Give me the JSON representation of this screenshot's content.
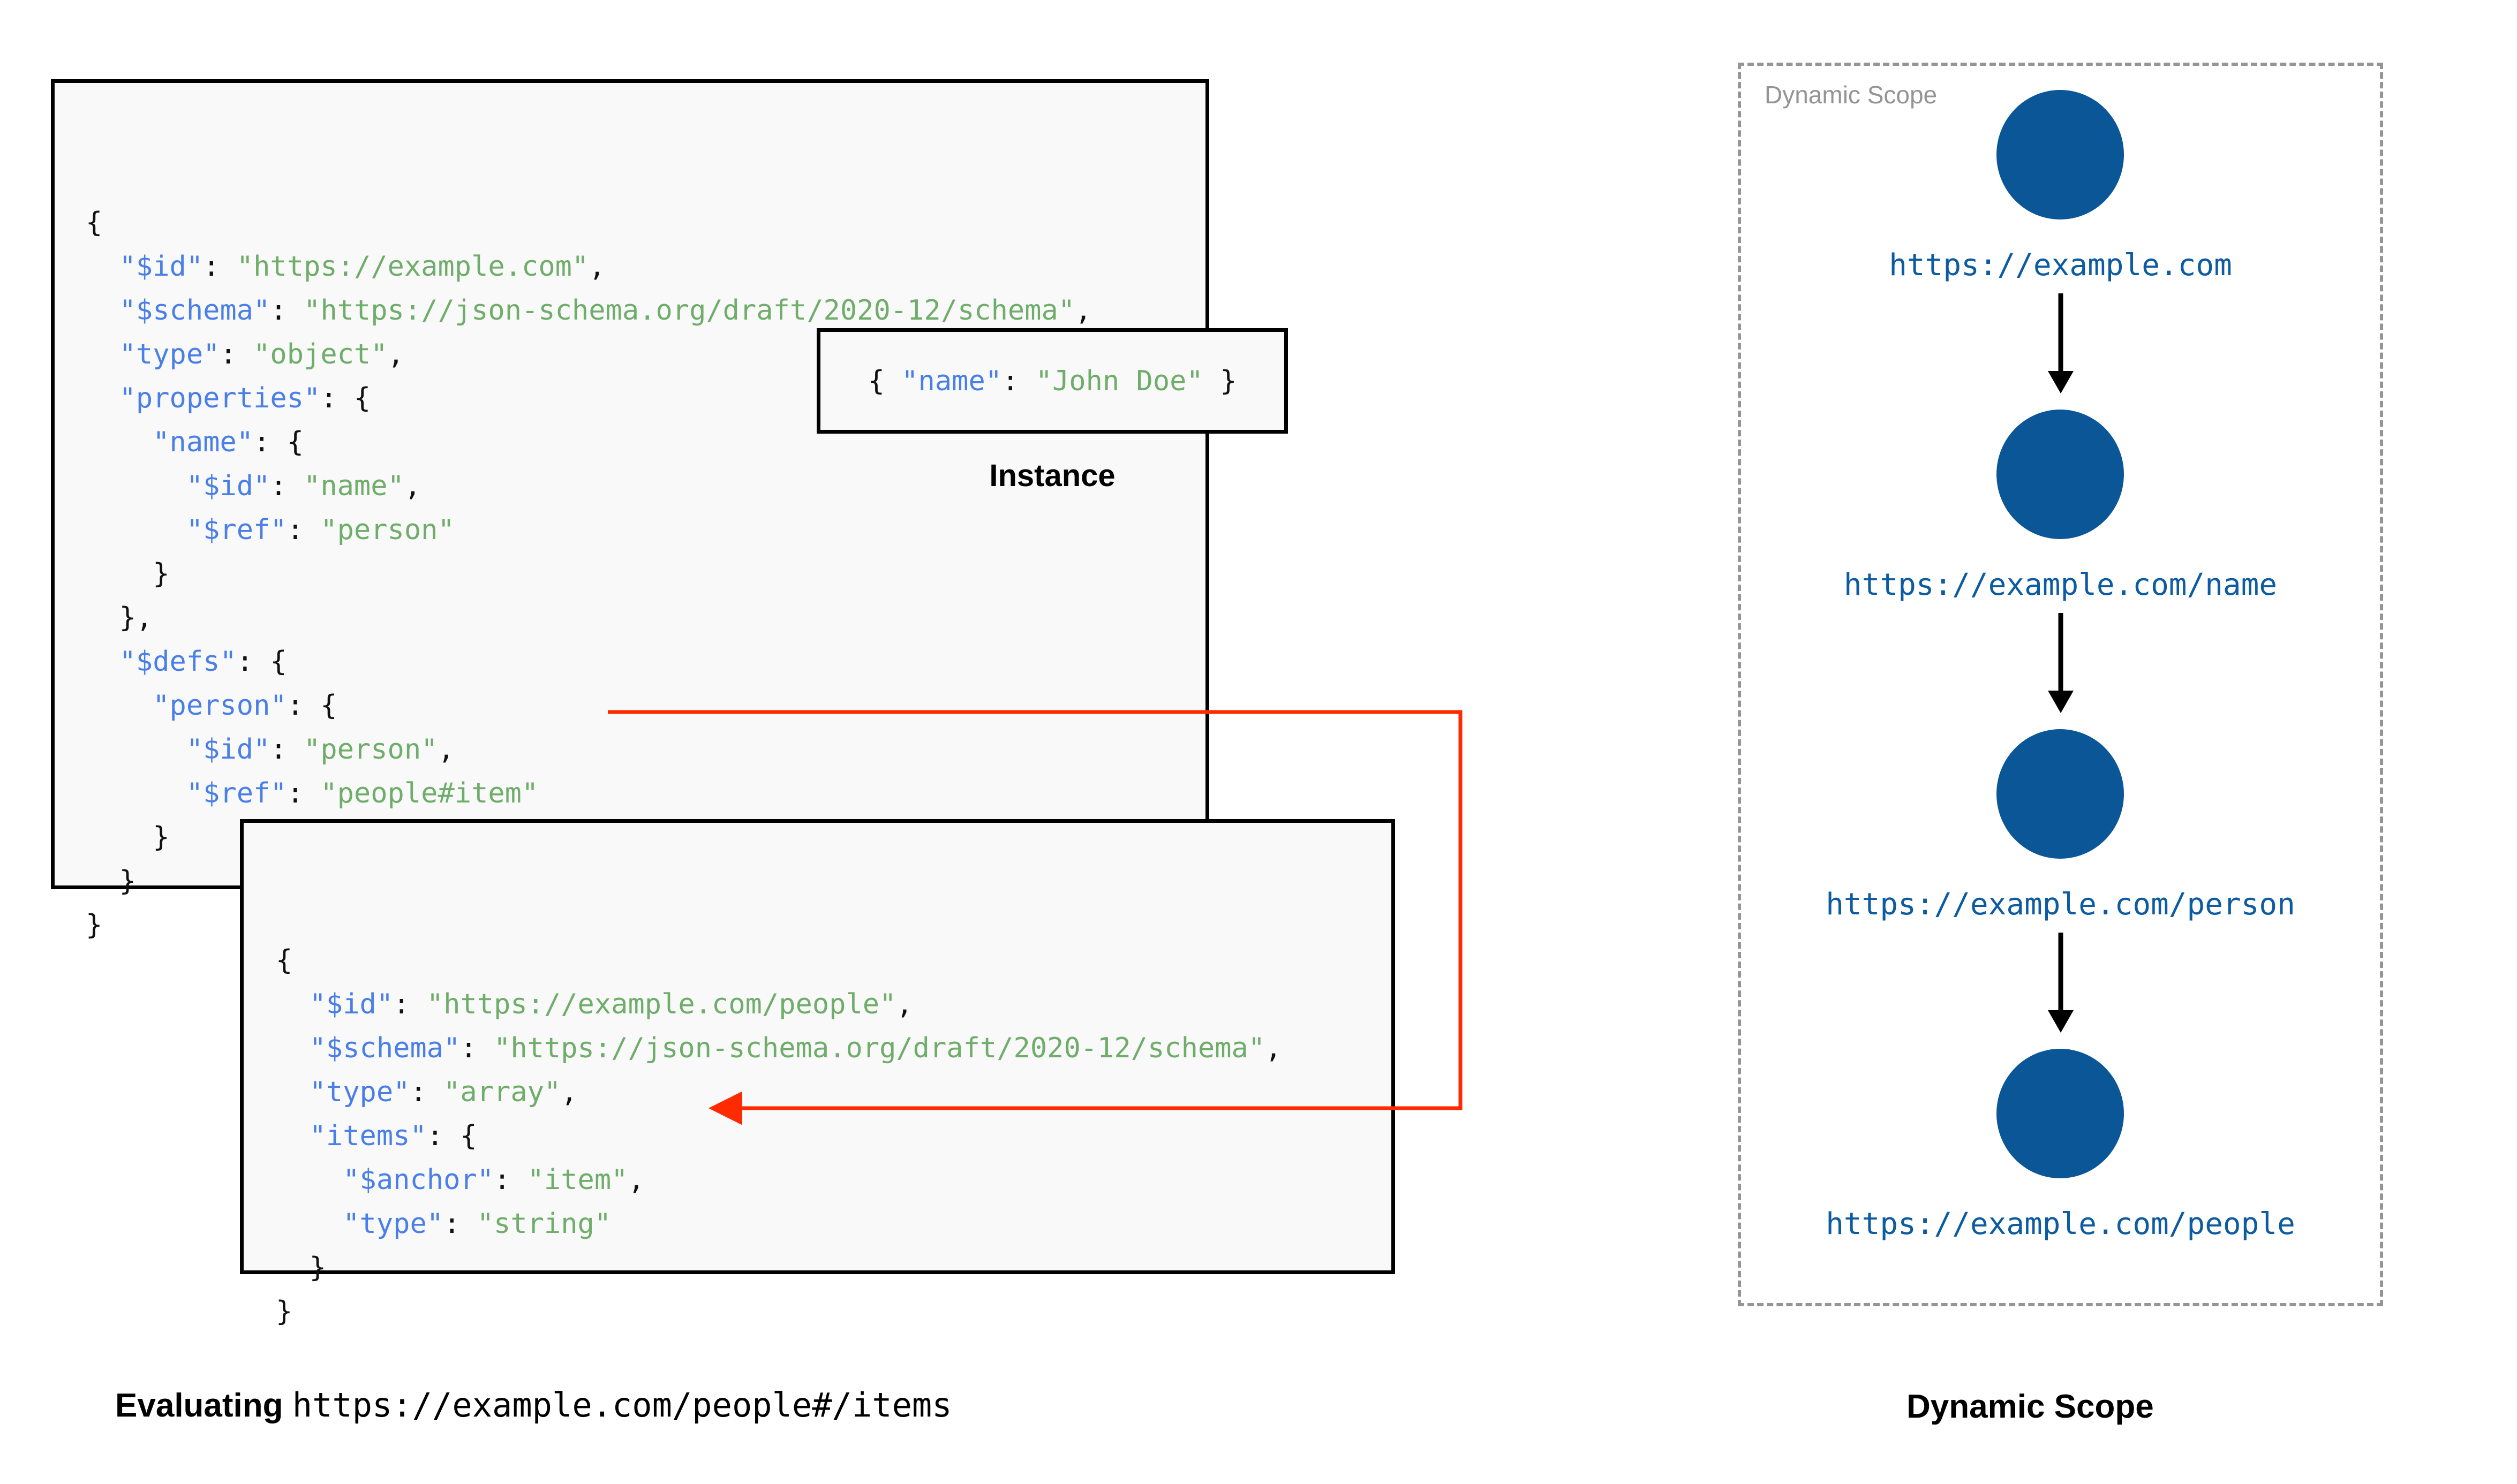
{
  "schema_box": {
    "name": "root-schema",
    "lines": [
      [
        {
          "t": "{",
          "c": "p"
        }
      ],
      [
        {
          "t": "  ",
          "c": "p"
        },
        {
          "t": "\"$id\"",
          "c": "k"
        },
        {
          "t": ": ",
          "c": "p"
        },
        {
          "t": "\"https://example.com\"",
          "c": "s"
        },
        {
          "t": ",",
          "c": "p"
        }
      ],
      [
        {
          "t": "  ",
          "c": "p"
        },
        {
          "t": "\"$schema\"",
          "c": "k"
        },
        {
          "t": ": ",
          "c": "p"
        },
        {
          "t": "\"https://json-schema.org/draft/2020-12/schema\"",
          "c": "s"
        },
        {
          "t": ",",
          "c": "p"
        }
      ],
      [
        {
          "t": "  ",
          "c": "p"
        },
        {
          "t": "\"type\"",
          "c": "k"
        },
        {
          "t": ": ",
          "c": "p"
        },
        {
          "t": "\"object\"",
          "c": "s"
        },
        {
          "t": ",",
          "c": "p"
        }
      ],
      [
        {
          "t": "  ",
          "c": "p"
        },
        {
          "t": "\"properties\"",
          "c": "k"
        },
        {
          "t": ": {",
          "c": "p"
        }
      ],
      [
        {
          "t": "    ",
          "c": "p"
        },
        {
          "t": "\"name\"",
          "c": "k"
        },
        {
          "t": ": {",
          "c": "p"
        }
      ],
      [
        {
          "t": "      ",
          "c": "p"
        },
        {
          "t": "\"$id\"",
          "c": "k"
        },
        {
          "t": ": ",
          "c": "p"
        },
        {
          "t": "\"name\"",
          "c": "s"
        },
        {
          "t": ",",
          "c": "p"
        }
      ],
      [
        {
          "t": "      ",
          "c": "p"
        },
        {
          "t": "\"$ref\"",
          "c": "k"
        },
        {
          "t": ": ",
          "c": "p"
        },
        {
          "t": "\"person\"",
          "c": "s"
        }
      ],
      [
        {
          "t": "    }",
          "c": "p"
        }
      ],
      [
        {
          "t": "  },",
          "c": "p"
        }
      ],
      [
        {
          "t": "  ",
          "c": "p"
        },
        {
          "t": "\"$defs\"",
          "c": "k"
        },
        {
          "t": ": {",
          "c": "p"
        }
      ],
      [
        {
          "t": "    ",
          "c": "p"
        },
        {
          "t": "\"person\"",
          "c": "k"
        },
        {
          "t": ": {",
          "c": "p"
        }
      ],
      [
        {
          "t": "      ",
          "c": "p"
        },
        {
          "t": "\"$id\"",
          "c": "k"
        },
        {
          "t": ": ",
          "c": "p"
        },
        {
          "t": "\"person\"",
          "c": "s"
        },
        {
          "t": ",",
          "c": "p"
        }
      ],
      [
        {
          "t": "      ",
          "c": "p"
        },
        {
          "t": "\"$ref\"",
          "c": "k"
        },
        {
          "t": ": ",
          "c": "p"
        },
        {
          "t": "\"people#item\"",
          "c": "s"
        }
      ],
      [
        {
          "t": "    }",
          "c": "p"
        }
      ],
      [
        {
          "t": "  }",
          "c": "p"
        }
      ],
      [
        {
          "t": "}",
          "c": "p"
        }
      ]
    ]
  },
  "instance_box": {
    "caption": "Instance",
    "lines": [
      [
        {
          "t": "{ ",
          "c": "p"
        },
        {
          "t": "\"name\"",
          "c": "k"
        },
        {
          "t": ": ",
          "c": "p"
        },
        {
          "t": "\"John Doe\"",
          "c": "s"
        },
        {
          "t": " }",
          "c": "p"
        }
      ]
    ]
  },
  "people_box": {
    "name": "people-schema",
    "lines": [
      [
        {
          "t": "{",
          "c": "p"
        }
      ],
      [
        {
          "t": "  ",
          "c": "p"
        },
        {
          "t": "\"$id\"",
          "c": "k"
        },
        {
          "t": ": ",
          "c": "p"
        },
        {
          "t": "\"https://example.com/people\"",
          "c": "s"
        },
        {
          "t": ",",
          "c": "p"
        }
      ],
      [
        {
          "t": "  ",
          "c": "p"
        },
        {
          "t": "\"$schema\"",
          "c": "k"
        },
        {
          "t": ": ",
          "c": "p"
        },
        {
          "t": "\"https://json-schema.org/draft/2020-12/schema\"",
          "c": "s"
        },
        {
          "t": ",",
          "c": "p"
        }
      ],
      [
        {
          "t": "  ",
          "c": "p"
        },
        {
          "t": "\"type\"",
          "c": "k"
        },
        {
          "t": ": ",
          "c": "p"
        },
        {
          "t": "\"array\"",
          "c": "s"
        },
        {
          "t": ",",
          "c": "p"
        }
      ],
      [
        {
          "t": "  ",
          "c": "p"
        },
        {
          "t": "\"items\"",
          "c": "k"
        },
        {
          "t": ": {",
          "c": "p"
        }
      ],
      [
        {
          "t": "    ",
          "c": "p"
        },
        {
          "t": "\"$anchor\"",
          "c": "k"
        },
        {
          "t": ": ",
          "c": "p"
        },
        {
          "t": "\"item\"",
          "c": "s"
        },
        {
          "t": ",",
          "c": "p"
        }
      ],
      [
        {
          "t": "    ",
          "c": "p"
        },
        {
          "t": "\"type\"",
          "c": "k"
        },
        {
          "t": ": ",
          "c": "p"
        },
        {
          "t": "\"string\"",
          "c": "s"
        }
      ],
      [
        {
          "t": "  }",
          "c": "p"
        }
      ],
      [
        {
          "t": "}",
          "c": "p"
        }
      ]
    ]
  },
  "captions": {
    "evaluating_label": "Evaluating ",
    "evaluating_uri": "https://example.com/people#/items",
    "dynamic_scope": "Dynamic Scope"
  },
  "scope_panel": {
    "label": "Dynamic Scope",
    "nodes": [
      {
        "label": "https://example.com"
      },
      {
        "label": "https://example.com/name"
      },
      {
        "label": "https://example.com/person"
      },
      {
        "label": "https://example.com/people"
      }
    ]
  },
  "colors": {
    "json_key": "#4a7fe8",
    "json_string": "#6fad6a",
    "node_fill": "#0b5697",
    "node_label": "#0d5ba0",
    "scope_border": "#959595",
    "ref_arrow": "#ff2a00",
    "box_bg": "#f9f9f9",
    "box_border": "#000000"
  }
}
